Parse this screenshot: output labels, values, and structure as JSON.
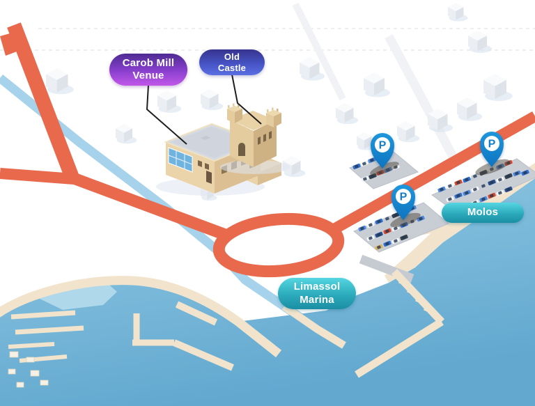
{
  "map": {
    "labels": {
      "carob_mill_venue": {
        "line1": "Carob Mill",
        "line2": "Venue"
      },
      "old_castle": {
        "line1": "Old",
        "line2": "Castle"
      },
      "molos": {
        "text": "Molos"
      },
      "limassol_marina": {
        "line1": "Limassol",
        "line2": "Marina"
      }
    },
    "parking_pins": [
      {
        "label": "P"
      },
      {
        "label": "P"
      },
      {
        "label": "P"
      }
    ],
    "colors": {
      "road": "#E9694C",
      "river": "#A6D3EB",
      "sea_top": "#93CAE4",
      "sea_bottom": "#62A8CF",
      "sand": "#F2E4CC",
      "parking_lot": "#C9CDD4",
      "pin_blue": "#1489D2",
      "carob_gradient_top": "#4E2B92",
      "carob_gradient_bottom": "#C257E9",
      "castle_gradient_top": "#37338E",
      "castle_gradient_bottom": "#5A6FE2",
      "teal_gradient_top": "#55D6E1",
      "teal_gradient_bottom": "#1B8EA4",
      "building_tan": "#E8D0A4",
      "cube_white": "#F8FAFC"
    }
  }
}
